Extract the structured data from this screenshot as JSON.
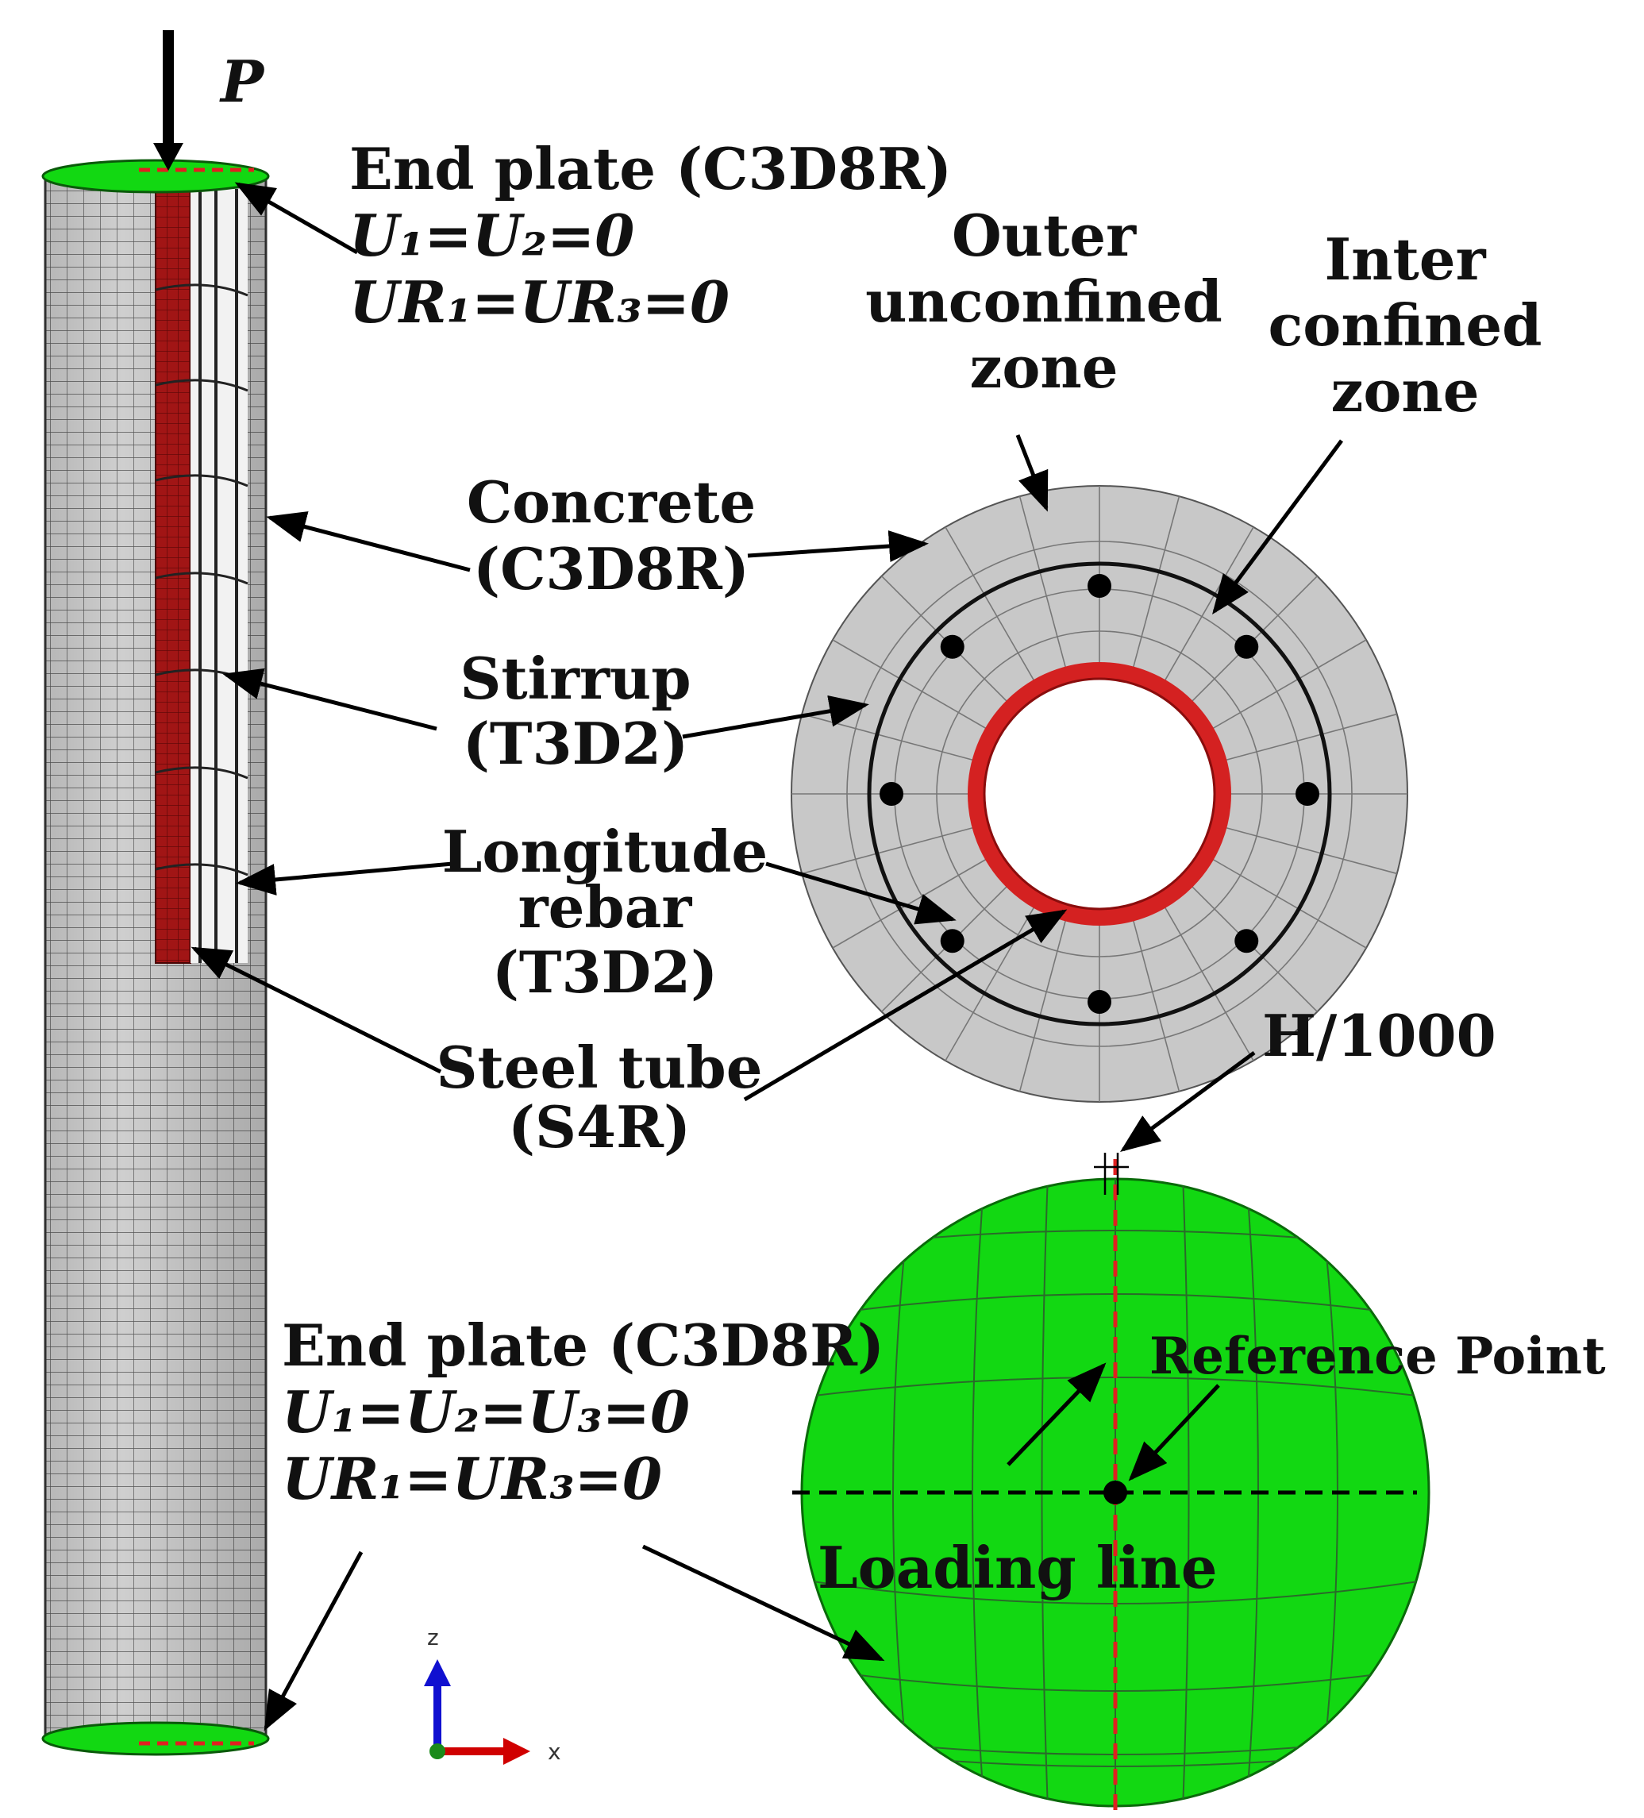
{
  "load_label": "P",
  "top_plate": {
    "line1": "End plate (C3D8R)",
    "line2": "U₁=U₂=0",
    "line3": "UR₁=UR₃=0"
  },
  "bottom_plate": {
    "line1": "End plate (C3D8R)",
    "line2": "U₁=U₂=U₃=0",
    "line3": "UR₁=UR₃=0"
  },
  "concrete": {
    "line1": "Concrete",
    "line2": "(C3D8R)"
  },
  "stirrup": {
    "line1": "Stirrup",
    "line2": "(T3D2)"
  },
  "rebar": {
    "line1": "Longitude",
    "line2": "rebar",
    "line3": "(T3D2)"
  },
  "tube": {
    "line1": "Steel tube",
    "line2": "(S4R)"
  },
  "outer_zone": {
    "line1": "Outer",
    "line2": "unconfined",
    "line3": "zone"
  },
  "inner_zone": {
    "line1": "Inter",
    "line2": "confined",
    "line3": "zone"
  },
  "imperfection": "H/1000",
  "reference_point": "Reference Point",
  "loading_line": "Loading line",
  "axes": {
    "z": "z",
    "x": "x"
  },
  "colors": {
    "concrete": "#c9c9c9",
    "tube": "#d42121",
    "end_plate": "#12d812",
    "x_axis": "#d00000",
    "z_axis": "#1010d0",
    "mesh_line": "#444444"
  }
}
